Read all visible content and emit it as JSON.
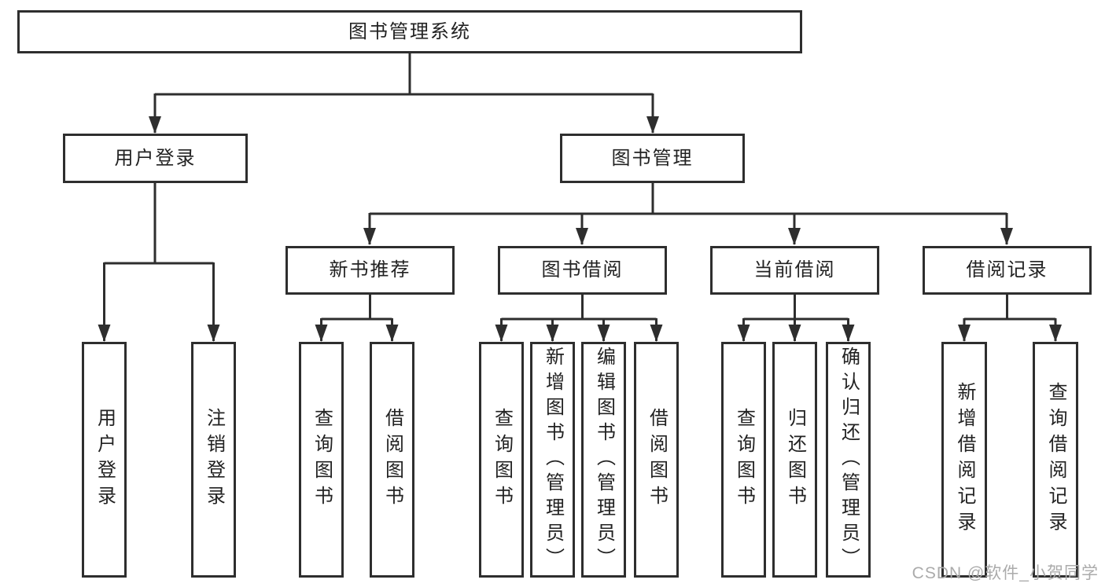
{
  "nodes": {
    "root": "图书管理系统",
    "user_login": "用户登录",
    "book_mgmt": "图书管理",
    "new_book": "新书推荐",
    "book_borrow": "图书借阅",
    "current_borrow": "当前借阅",
    "borrow_record": "借阅记录",
    "leaf_user_login": "用户登录",
    "leaf_logout": "注销登录",
    "leaf_nb_query_book": "查询图书",
    "leaf_nb_borrow_book": "借阅图书",
    "leaf_bb_query_book": "查询图书",
    "leaf_bb_add_book": "新增图书（管理员）",
    "leaf_bb_edit_book": "编辑图书（管理员）",
    "leaf_bb_borrow_book": "借阅图书",
    "leaf_cb_query_book": "查询图书",
    "leaf_cb_return_book": "归还图书",
    "leaf_cb_confirm_return": "确认归还（管理员）",
    "leaf_br_add_record": "新增借阅记录",
    "leaf_br_query_record": "查询借阅记录"
  },
  "hierarchy": {
    "root": "图书管理系统",
    "children": [
      {
        "label": "用户登录",
        "children": [
          "用户登录",
          "注销登录"
        ]
      },
      {
        "label": "图书管理",
        "children": [
          {
            "label": "新书推荐",
            "children": [
              "查询图书",
              "借阅图书"
            ]
          },
          {
            "label": "图书借阅",
            "children": [
              "查询图书",
              "新增图书（管理员）",
              "编辑图书（管理员）",
              "借阅图书"
            ]
          },
          {
            "label": "当前借阅",
            "children": [
              "查询图书",
              "归还图书",
              "确认归还（管理员）"
            ]
          },
          {
            "label": "借阅记录",
            "children": [
              "新增借阅记录",
              "查询借阅记录"
            ]
          }
        ]
      }
    ]
  },
  "watermark": {
    "text": "CSDN @软件_小贺同学",
    "color": "#ababab"
  },
  "colors": {
    "line": "#2e2e2e",
    "text": "#222222",
    "background": "#ffffff"
  }
}
